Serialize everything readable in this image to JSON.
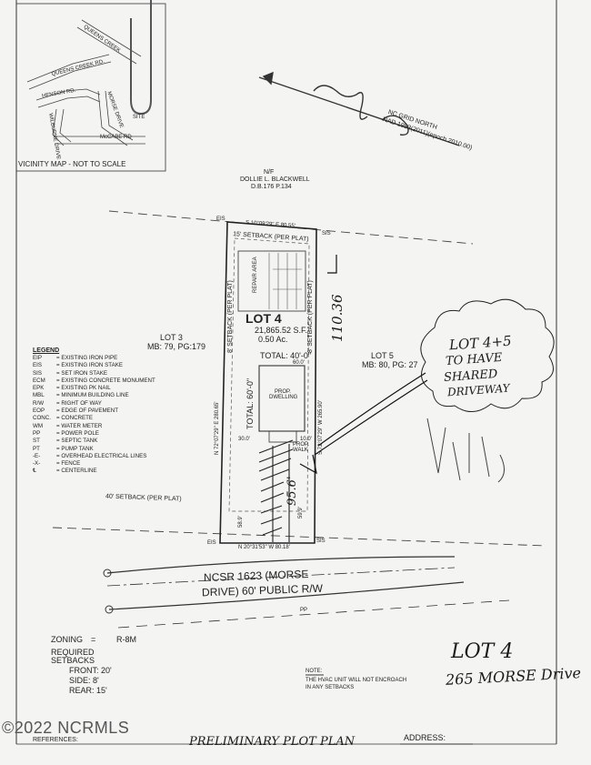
{
  "vicinity_map": {
    "title": "VICINITY MAP - NOT TO SCALE",
    "roads": [
      "QUEENS CREEK",
      "QUEENS CREEK RD.",
      "HENSON RD.",
      "WILBURNE DRIVE",
      "MORSE DRIVE",
      "McCABE RD"
    ],
    "site_label": "SITE"
  },
  "north_arrow": {
    "line1": "NC GRID NORTH",
    "line2": "NAD 1983(2011)(epoch 2010.00)"
  },
  "adjacent_top": {
    "line1": "N/F",
    "line2": "DOLLIE L. BLACKWELL",
    "line3": "D.B.176 P.134"
  },
  "lot3": {
    "name": "LOT 3",
    "ref": "MB: 79, PG:179"
  },
  "lot5": {
    "name": "LOT 5",
    "ref": "MB: 80, PG: 27"
  },
  "lot4": {
    "name": "LOT 4",
    "area_sf": "21,865.52 S.F.",
    "area_ac": "0.50 Ac.",
    "total_width": "TOTAL: 40'-0\"",
    "total_depth": "TOTAL: 60'-0\"",
    "repair_area": "REPAIR AREA",
    "dwelling": "PROP. DWELLING",
    "walk": "PROP. WALK",
    "setback_rear": "15' SETBACK (PER PLAT)",
    "setback_side_left": "8' SETBACK (PER PLAT)",
    "setback_side_right": "8' SETBACK (PER PLAT)",
    "setback_front": "40' SETBACK (PER PLAT)",
    "bearing_top": "S 10°09'29\" E 80.55'",
    "bearing_bottom": "N 20°31'53\" W 80.18'",
    "bearing_left": "N 72°07'29\" E 280.65'",
    "bearing_right": "S 72°07'29\" W 265.90'",
    "dim_30": "30.0'",
    "dim_10": "10.0'",
    "dim_60": "60.0'",
    "dim_left_front": "58.9'",
    "dim_right_front": "59.9'"
  },
  "corners": {
    "top_left": "EIS",
    "top_right": "SIS",
    "bottom_left": "EIS",
    "bottom_right": "SIS"
  },
  "legend": {
    "title": "LEGEND",
    "items": [
      [
        "EIP",
        "= EXISTING IRON PIPE"
      ],
      [
        "EIS",
        "= EXISTING IRON STAKE"
      ],
      [
        "SIS",
        "= SET IRON STAKE"
      ],
      [
        "ECM",
        "= EXISTING CONCRETE MONUMENT"
      ],
      [
        "EPK",
        "= EXISTING PK NAIL"
      ],
      [
        "MBL",
        "= MINIMUM BUILDING LINE"
      ],
      [
        "R/W",
        "= RIGHT OF WAY"
      ],
      [
        "EOP",
        "= EDGE OF PAVEMENT"
      ],
      [
        "CONC.",
        "= CONCRETE"
      ],
      [
        "WM",
        "= WATER METER"
      ],
      [
        "PP",
        "= POWER POLE"
      ],
      [
        "ST",
        "= SEPTIC TANK"
      ],
      [
        "PT",
        "= PUMP TANK"
      ],
      [
        "-E-",
        "= OVERHEAD ELECTRICAL LINES"
      ],
      [
        "-X-",
        "= FENCE"
      ],
      [
        "℄",
        "= CENTERLINE"
      ]
    ]
  },
  "road": {
    "line1": "NCSR 1623 (MORSE",
    "line2": "DRIVE) 60' PUBLIC R/W",
    "pp": "PP"
  },
  "zoning": {
    "label": "ZONING",
    "eq": "=",
    "value": "R-8M",
    "required": "REQUIRED",
    "setbacks": "SETBACKS",
    "front": "FRONT: 20'",
    "side": "SIDE: 8'",
    "rear": "REAR: 15'"
  },
  "note": {
    "label": "NOTE:",
    "text1": "THE HVAC UNIT WILL NOT ENCROACH",
    "text2": "IN ANY SETBACKS"
  },
  "handwritten": {
    "dim_110": "110.36",
    "dim_95": "95.6'",
    "cloud1": "LOT 4+5",
    "cloud2": "TO HAVE",
    "cloud3": "SHARED",
    "cloud4": "DRIVEWAY",
    "lot": "LOT 4",
    "address": "265 MORSE Drive",
    "bottom_title": "PRELIMINARY PLOT PLAN"
  },
  "footer": {
    "watermark": "©2022 NCRMLS",
    "references": "REFERENCES:",
    "address_label": "ADDRESS:"
  }
}
